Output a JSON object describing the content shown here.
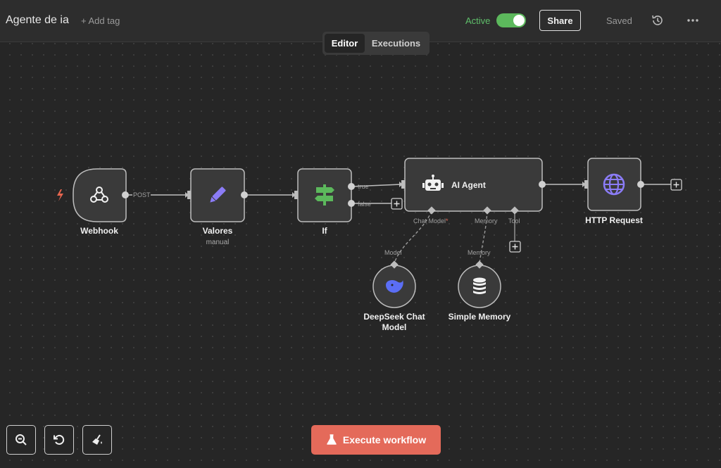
{
  "header": {
    "workflow_title": "Agente de ia",
    "add_tag": "+ Add tag",
    "active_label": "Active",
    "active": true,
    "share": "Share",
    "saved": "Saved"
  },
  "tabs": [
    {
      "label": "Editor",
      "selected": true
    },
    {
      "label": "Executions",
      "selected": false
    }
  ],
  "nodes": {
    "webhook": {
      "label": "Webhook",
      "icon": "webhook-icon"
    },
    "valores": {
      "label": "Valores",
      "sub": "manual",
      "icon": "pencil-icon"
    },
    "if": {
      "label": "If",
      "icon": "signpost-icon"
    },
    "ai_agent": {
      "label": "AI Agent",
      "icon": "robot-icon"
    },
    "http": {
      "label": "HTTP Request",
      "icon": "globe-icon"
    },
    "deepseek": {
      "label_line1": "DeepSeek Chat",
      "label_line2": "Model",
      "icon": "deepseek-whale-icon"
    },
    "memory": {
      "label": "Simple Memory",
      "icon": "database-icon"
    }
  },
  "connections": {
    "post": "POST",
    "true": "true",
    "false": "false",
    "chat_model": "Chat Model",
    "required_mark": "*",
    "memory": "Memory",
    "tool": "Tool",
    "model_in": "Model",
    "memory_in": "Memory"
  },
  "footer": {
    "execute": "Execute workflow"
  },
  "colors": {
    "accent_green": "#5cb85c",
    "execute_red": "#e46a5a",
    "icon_purple": "#8b7cf6",
    "webhook_trigger": "#e8664f"
  }
}
